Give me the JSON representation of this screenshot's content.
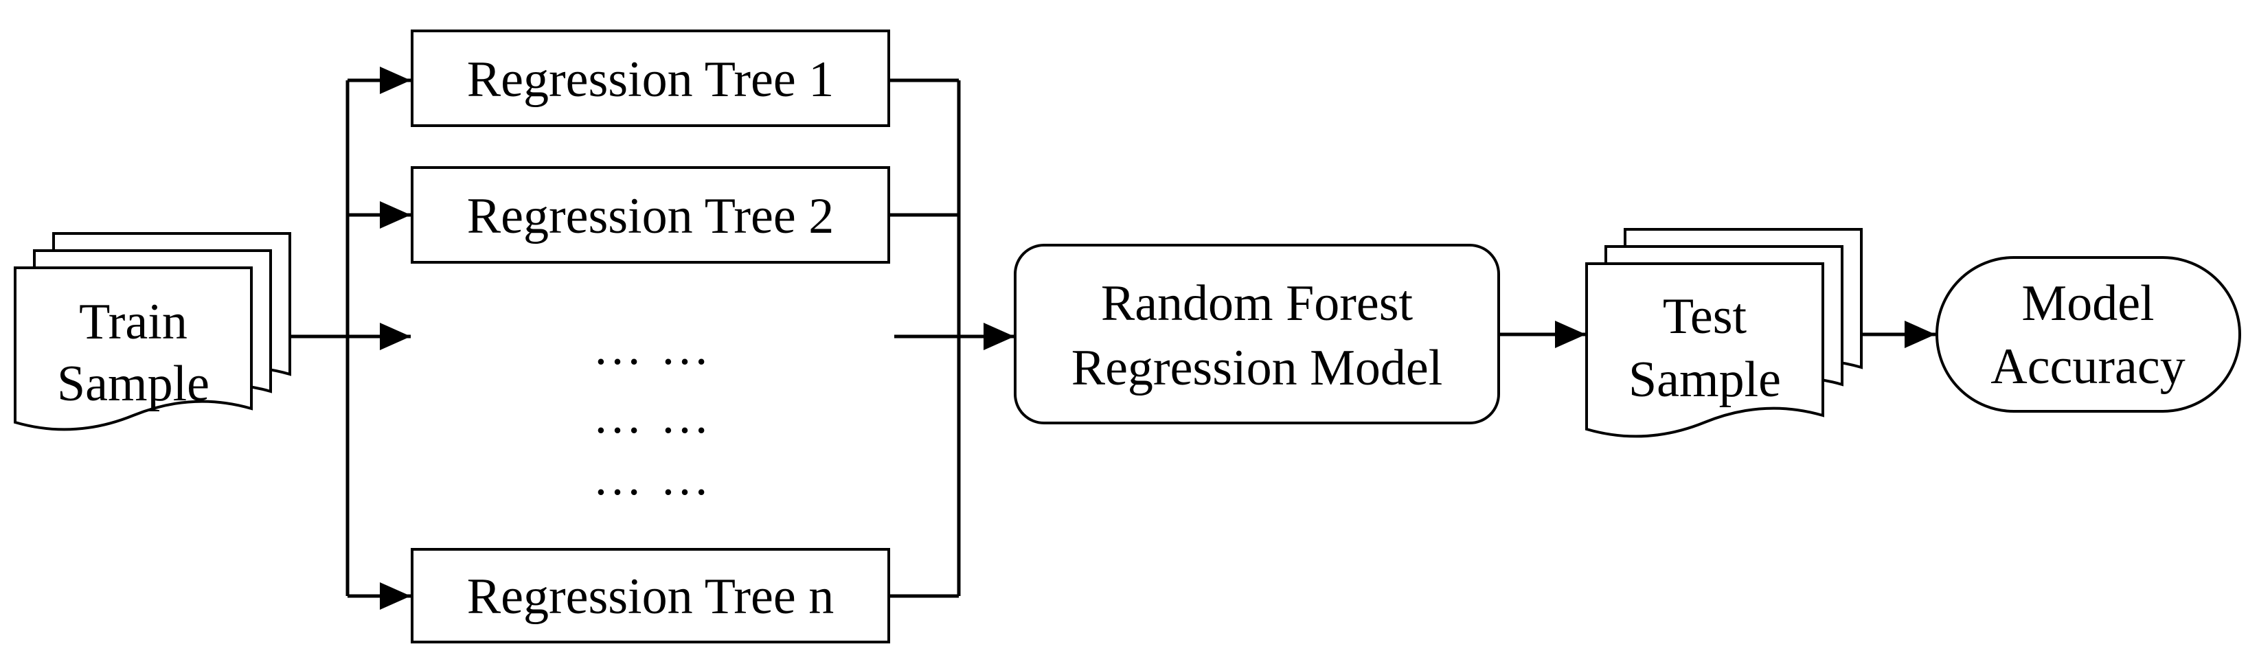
{
  "train_sample": {
    "line1": "Train",
    "line2": "Sample"
  },
  "trees": [
    {
      "label": "Regression Tree 1"
    },
    {
      "label": "Regression Tree 2"
    },
    {
      "label": "Regression Tree n"
    }
  ],
  "ellipsis_rows": [
    "… …",
    "… …",
    "… …"
  ],
  "model": {
    "line1": "Random Forest",
    "line2": "Regression Model"
  },
  "test_sample": {
    "line1": "Test",
    "line2": "Sample"
  },
  "accuracy": {
    "line1": "Model",
    "line2": "Accuracy"
  },
  "colors": {
    "stroke": "#000000",
    "background": "#ffffff"
  }
}
